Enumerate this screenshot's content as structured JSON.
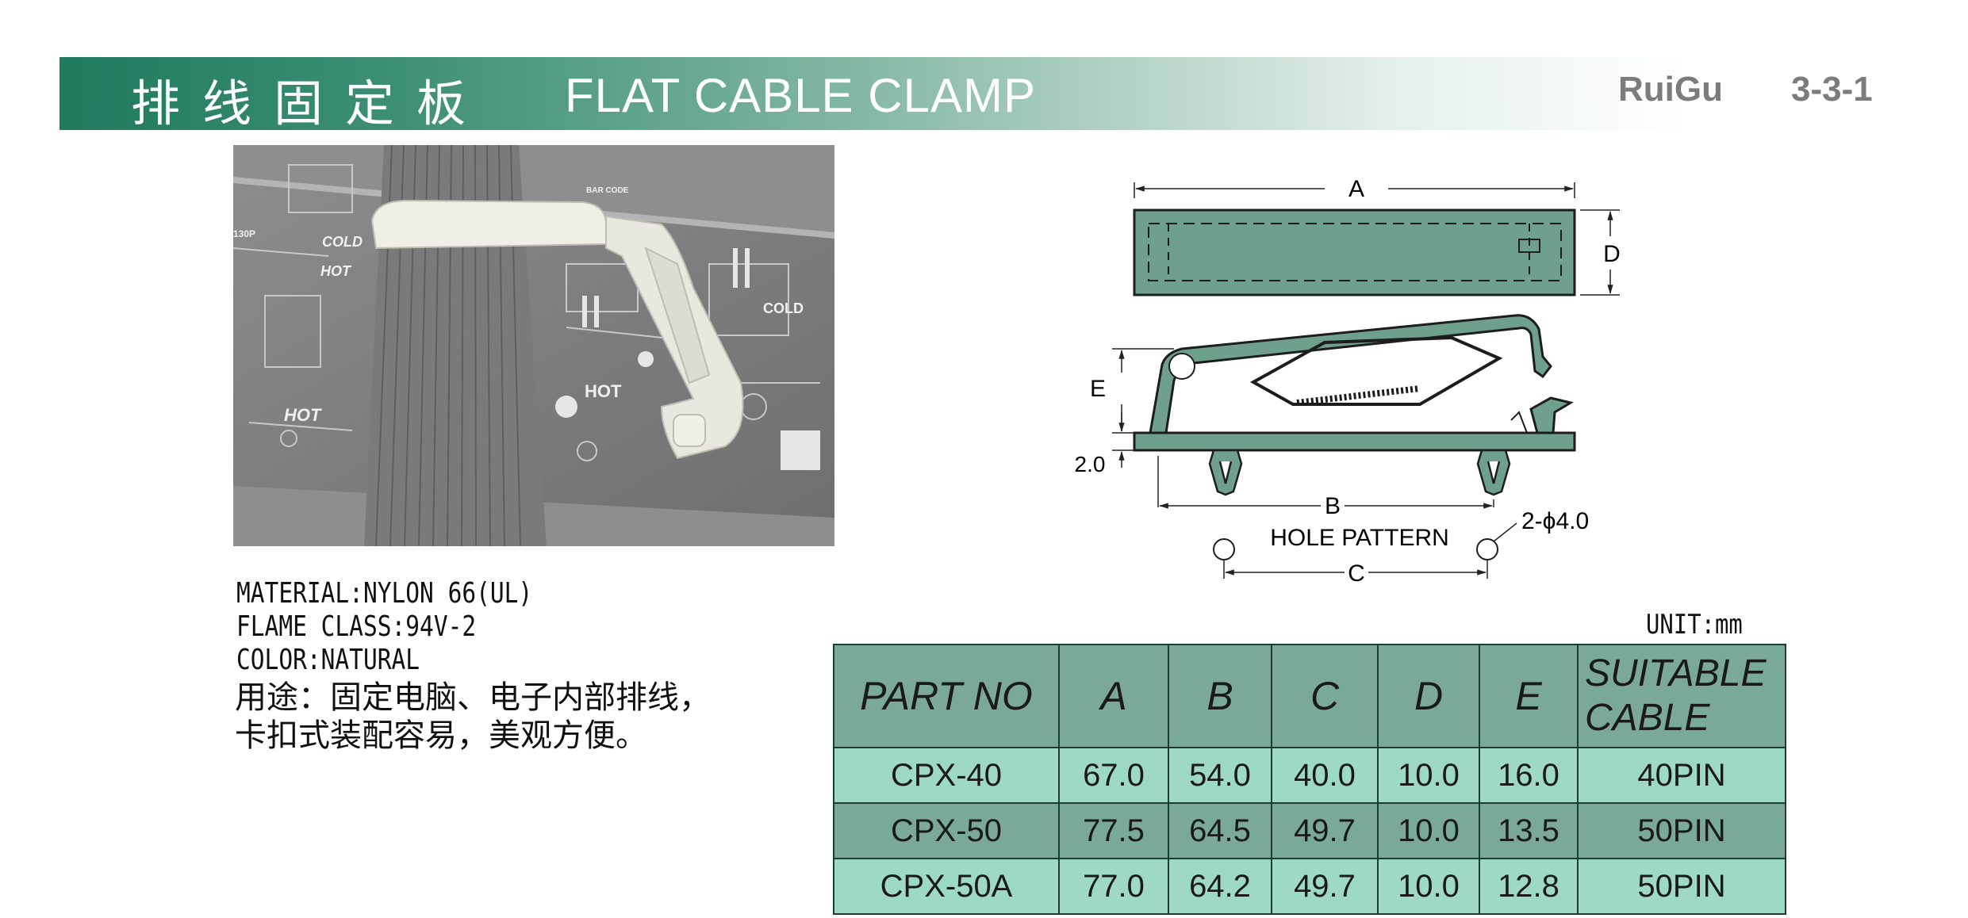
{
  "header": {
    "title_cn": "排线固定板",
    "title_en": "FLAT CABLE CLAMP",
    "brand": "RuiGu",
    "page_number": "3-3-1"
  },
  "photo": {
    "labels": {
      "cold_left": "COLD",
      "hot_left": "HOT",
      "cold_right": "COLD",
      "hot_right": "HOT",
      "hot_bottom": "HOT",
      "bar_code": "BAR CODE",
      "code_130p": "130P"
    }
  },
  "specs": {
    "material": "MATERIAL:NYLON 66(UL)",
    "flame_class": "FLAME CLASS:94V-2",
    "color": "COLOR:NATURAL",
    "usage_line1": "用途：固定电脑、电子内部排线，",
    "usage_line2": "卡扣式装配容易，美观方便。"
  },
  "drawing": {
    "dim_a": "A",
    "dim_b": "B",
    "dim_c": "C",
    "dim_d": "D",
    "dim_e": "E",
    "dim_thickness": "2.0",
    "hole_pattern": "HOLE PATTERN",
    "hole_spec": "2-ϕ4.0"
  },
  "table": {
    "unit": "UNIT:mm",
    "headers": [
      "PART NO",
      "A",
      "B",
      "C",
      "D",
      "E"
    ],
    "header_cable_line1": "SUITABLE",
    "header_cable_line2": "CABLE",
    "rows": [
      [
        "CPX-40",
        "67.0",
        "54.0",
        "40.0",
        "10.0",
        "16.0",
        "40PIN"
      ],
      [
        "CPX-50",
        "77.5",
        "64.5",
        "49.7",
        "10.0",
        "13.5",
        "50PIN"
      ],
      [
        "CPX-50A",
        "77.0",
        "64.2",
        "49.7",
        "10.0",
        "12.8",
        "50PIN"
      ]
    ]
  },
  "colors": {
    "header_green": "#1f7a5e",
    "table_dark": "#7aa99a",
    "table_light": "#9ed9c6",
    "part_fill": "#6f9f8d"
  }
}
